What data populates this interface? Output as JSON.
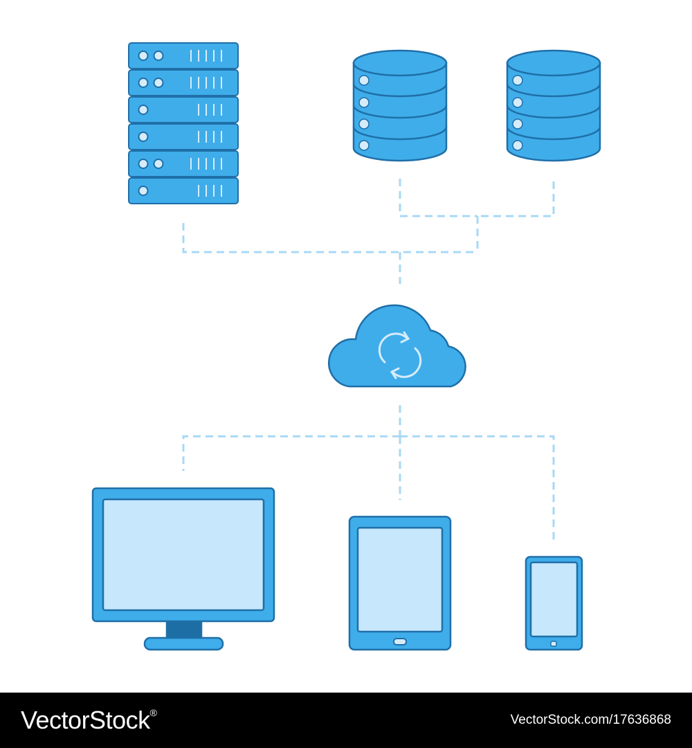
{
  "diagram": {
    "title": "",
    "palette": {
      "fill": "#3fadea",
      "stroke": "#1f6fa8",
      "screen": "#c6e7fc",
      "led": "#d6ecfa",
      "dash": "#a8d8f5",
      "dark_stand": "#1c6ea4"
    },
    "nodes": [
      {
        "id": "server-rack",
        "icon": "server-rack-icon"
      },
      {
        "id": "database-1",
        "icon": "database-icon"
      },
      {
        "id": "database-2",
        "icon": "database-icon"
      },
      {
        "id": "cloud-sync",
        "icon": "cloud-sync-icon"
      },
      {
        "id": "desktop-monitor",
        "icon": "monitor-icon"
      },
      {
        "id": "tablet",
        "icon": "tablet-icon"
      },
      {
        "id": "smartphone",
        "icon": "smartphone-icon"
      }
    ],
    "edges": [
      {
        "from": "database-1",
        "to": "cloud-sync",
        "style": "dashed"
      },
      {
        "from": "database-2",
        "to": "cloud-sync",
        "style": "dashed"
      },
      {
        "from": "server-rack",
        "to": "cloud-sync",
        "style": "dashed"
      },
      {
        "from": "cloud-sync",
        "to": "desktop-monitor",
        "style": "dashed"
      },
      {
        "from": "cloud-sync",
        "to": "tablet",
        "style": "dashed"
      },
      {
        "from": "cloud-sync",
        "to": "smartphone",
        "style": "dashed"
      }
    ]
  },
  "footer": {
    "brand": "VectorStock",
    "brand_mark": "®",
    "reference": "VectorStock.com/17636868"
  }
}
